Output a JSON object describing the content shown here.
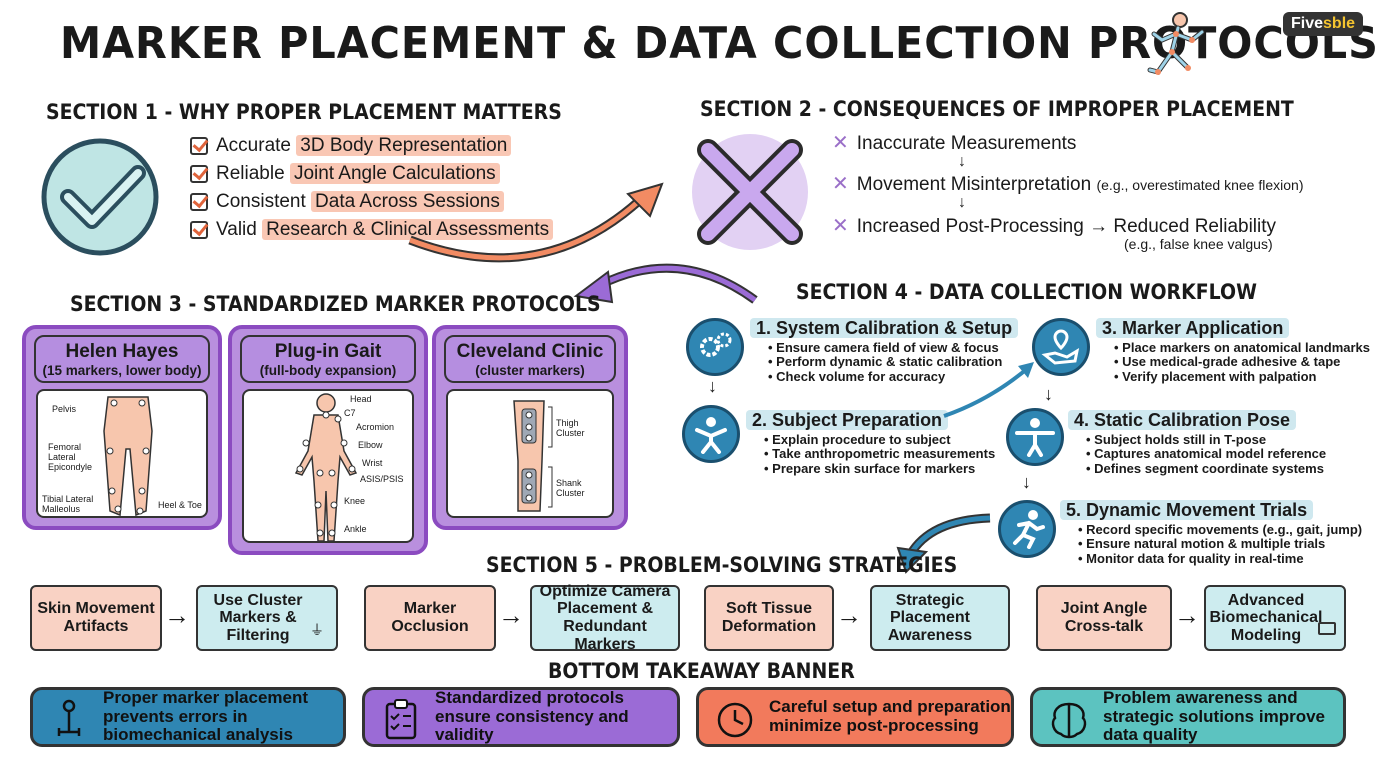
{
  "title": "MARKER PLACEMENT & DATA COLLECTION PROTOCOLS",
  "brand": {
    "prefix": "Five",
    "suffix": "sble"
  },
  "section1": {
    "heading": "SECTION 1 - WHY PROPER PLACEMENT MATTERS",
    "items": [
      {
        "plain": "Accurate ",
        "highlight": "3D Body Representation"
      },
      {
        "plain": "Reliable ",
        "highlight": "Joint Angle Calculations"
      },
      {
        "plain": "Consistent ",
        "highlight": "Data Across Sessions"
      },
      {
        "plain": "Valid ",
        "highlight": "Research & Clinical Assessments"
      }
    ]
  },
  "section2": {
    "heading": "SECTION 2 - CONSEQUENCES OF IMPROPER PLACEMENT",
    "items": [
      {
        "text": "Inaccurate Measurements",
        "note": ""
      },
      {
        "text": "Movement Misinterpretation",
        "note": "(e.g., overestimated knee flexion)"
      },
      {
        "text": "Increased Post-Processing → Reduced Reliability",
        "note": "(e.g., false knee valgus)"
      }
    ]
  },
  "section3": {
    "heading": "SECTION 3 - STANDARDIZED MARKER PROTOCOLS",
    "cards": [
      {
        "title": "Helen Hayes",
        "subtitle": "(15 markers, lower body)",
        "labels": {
          "pelvis": "Pelvis",
          "femoral": "Femoral Lateral Epicondyle",
          "tibial": "Tibial Lateral Malleolus",
          "heel": "Heel & Toe"
        }
      },
      {
        "title": "Plug-in Gait",
        "subtitle": "(full-body expansion)",
        "labels": {
          "head": "Head",
          "c7": "C7",
          "acromion": "Acromion",
          "elbow": "Elbow",
          "wrist": "Wrist",
          "asis": "ASIS/PSIS",
          "knee": "Knee",
          "ankle": "Ankle"
        }
      },
      {
        "title": "Cleveland Clinic",
        "subtitle": "(cluster markers)",
        "labels": {
          "thigh": "Thigh Cluster",
          "shank": "Shank Cluster"
        }
      }
    ]
  },
  "section4": {
    "heading": "SECTION 4 - DATA COLLECTION WORKFLOW",
    "steps": [
      {
        "title": "1. System Calibration & Setup",
        "bullets": [
          "Ensure camera field of view & focus",
          "Perform dynamic & static calibration",
          "Check volume for accuracy"
        ],
        "icon": "gears-icon"
      },
      {
        "title": "2. Subject Preparation",
        "bullets": [
          "Explain procedure to subject",
          "Take anthropometric measurements",
          "Prepare skin surface for markers"
        ],
        "icon": "person-icon"
      },
      {
        "title": "3. Marker Application",
        "bullets": [
          "Place markers on anatomical landmarks",
          "Use medical-grade adhesive & tape",
          "Verify placement with palpation"
        ],
        "icon": "hand-marker-icon"
      },
      {
        "title": "4. Static Calibration Pose",
        "bullets": [
          "Subject holds still in T-pose",
          "Captures anatomical model reference",
          "Defines segment coordinate systems"
        ],
        "icon": "t-pose-icon"
      },
      {
        "title": "5. Dynamic Movement Trials",
        "bullets": [
          "Record specific movements (e.g., gait, jump)",
          "Ensure natural motion & multiple trials",
          "Monitor data for quality in real-time"
        ],
        "icon": "runner-icon"
      }
    ]
  },
  "section5": {
    "heading": "SECTION 5 - PROBLEM-SOLVING STRATEGIES",
    "pairs": [
      {
        "problem": "Skin Movement Artifacts",
        "solution": "Use Cluster Markers & Filtering"
      },
      {
        "problem": "Marker Occlusion",
        "solution": "Optimize Camera Placement & Redundant Markers"
      },
      {
        "problem": "Soft Tissue Deformation",
        "solution": "Strategic Placement Awareness"
      },
      {
        "problem": "Joint Angle Cross-talk",
        "solution": "Advanced Biomechanical Modeling"
      }
    ]
  },
  "banner": {
    "heading": "BOTTOM TAKEAWAY BANNER",
    "items": [
      {
        "text": "Proper marker placement prevents errors in biomechanical analysis",
        "color": "#2f86b3"
      },
      {
        "text": "Standardized protocols ensure consistency and validity",
        "color": "#9b6bd6"
      },
      {
        "text": "Careful setup and preparation minimize post-processing",
        "color": "#f27a5c"
      },
      {
        "text": "Problem awareness and strategic solutions improve data quality",
        "color": "#5cc3c0"
      }
    ]
  }
}
